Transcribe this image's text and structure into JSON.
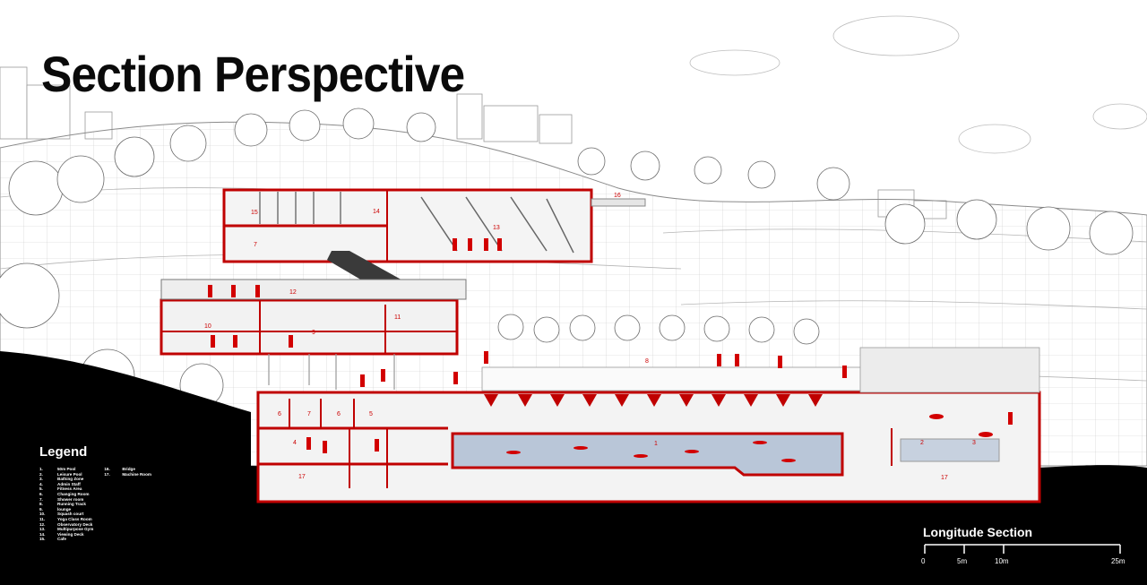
{
  "title": "Section Perspective",
  "legend": {
    "heading": "Legend",
    "items": [
      {
        "n": "1.",
        "label": "50m Pool"
      },
      {
        "n": "2.",
        "label": "Leisure Pool"
      },
      {
        "n": "3.",
        "label": "Bathing Zone"
      },
      {
        "n": "4.",
        "label": "Admin Staff"
      },
      {
        "n": "5.",
        "label": "Fitness Area"
      },
      {
        "n": "6.",
        "label": "Changing Room"
      },
      {
        "n": "7.",
        "label": "Shower room"
      },
      {
        "n": "8.",
        "label": "Running Track"
      },
      {
        "n": "9.",
        "label": "lounge"
      },
      {
        "n": "10.",
        "label": "Squash court"
      },
      {
        "n": "11.",
        "label": "Yoga Class Room"
      },
      {
        "n": "12.",
        "label": "Observatory Deck"
      },
      {
        "n": "13.",
        "label": "Multipurpose Gym"
      },
      {
        "n": "14.",
        "label": "Viewing Deck"
      },
      {
        "n": "15.",
        "label": "Cafe"
      },
      {
        "n": "16.",
        "label": "Bridge"
      },
      {
        "n": "17.",
        "label": "Machine Room"
      }
    ]
  },
  "scale_bar": {
    "label": "Longitude Section",
    "ticks": [
      {
        "value": 0,
        "text": "0"
      },
      {
        "value": 5,
        "text": "5m"
      },
      {
        "value": 10,
        "text": "10m"
      },
      {
        "value": 25,
        "text": "25m"
      }
    ]
  },
  "room_labels": [
    "1",
    "2",
    "3",
    "4",
    "5",
    "6",
    "6",
    "7",
    "7",
    "8",
    "9",
    "10",
    "11",
    "12",
    "13",
    "14",
    "15",
    "16",
    "17",
    "17"
  ],
  "colors": {
    "accent": "#c00000",
    "ground": "#000000",
    "water": "#b9c6d8",
    "grid": "#cfcfcf"
  }
}
